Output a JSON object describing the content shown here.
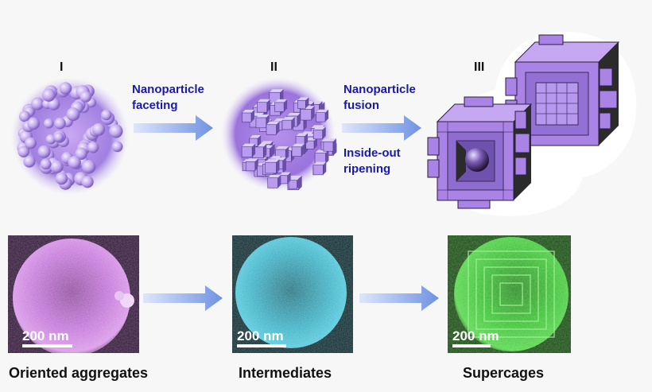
{
  "stages": {
    "stage1": "I",
    "stage2": "II",
    "stage3": "III"
  },
  "steps": {
    "step1_line1": "Nanoparticle",
    "step1_line2": "faceting",
    "step2_line1": "Nanoparticle",
    "step2_line2": "fusion",
    "step3_line1": "Inside-out",
    "step3_line2": "ripening"
  },
  "micrographs": {
    "scale": "200 nm",
    "captions": [
      "Oriented aggregates",
      "Intermediates",
      "Supercages"
    ],
    "tints": [
      "#c47ad8",
      "#3fb0c4",
      "#3fc23a"
    ]
  },
  "colors": {
    "purple": "#a983e6",
    "purple_dark": "#5a3e8c",
    "arrow": "#7f9fe6",
    "label_blue": "#1a1aa8"
  }
}
